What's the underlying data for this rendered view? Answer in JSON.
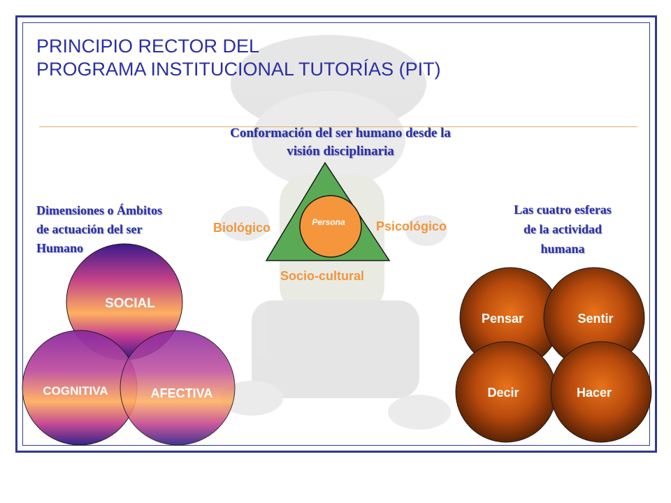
{
  "title": {
    "line1": "PRINCIPIO RECTOR DEL",
    "line2": "PROGRAMA INSTITUCIONAL TUTORÍAS (PIT)"
  },
  "center": {
    "heading_line1": "Conformación del ser humano desde la",
    "heading_line2": "visión disciplinaria",
    "core_label": "Persona",
    "left_label": "Biológico",
    "right_label": "Psicológico",
    "bottom_label": "Socio-cultural"
  },
  "left": {
    "heading_line1": "Dimensiones o Ámbitos",
    "heading_line2": "de actuación del ser",
    "heading_line3": "Humano",
    "circles": [
      "SOCIAL",
      "COGNITIVA",
      "AFECTIVA"
    ]
  },
  "right": {
    "heading_line1": "Las cuatro esferas",
    "heading_line2": "de la actividad",
    "heading_line3": "humana",
    "circles": [
      "Pensar",
      "Sentir",
      "Decir",
      "Hacer"
    ]
  },
  "colors": {
    "title_text": "#2b2fa0",
    "frame": "#2e3a8c",
    "triangle": "#5aaa55",
    "persona": "#f5963c",
    "orange_label": "#f0963c",
    "sphere_dark": "#6a2a05",
    "sphere_light": "#e06a10"
  }
}
